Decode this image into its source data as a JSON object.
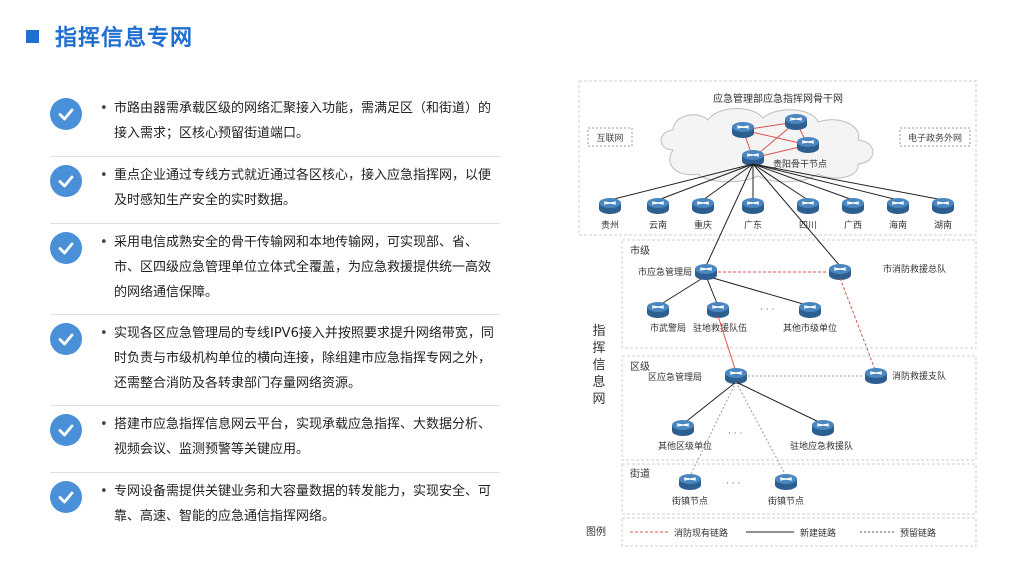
{
  "header": {
    "title": "指挥信息专网"
  },
  "bullets": [
    {
      "text": "市路由器需承载区级的网络汇聚接入功能，需满足区（和街道）的接入需求；区核心预留街道端口。"
    },
    {
      "text": "重点企业通过专线方式就近通过各区核心，接入应急指挥网，以便及时感知生产安全的实时数据。"
    },
    {
      "text": "采用电信成熟安全的骨干传输网和本地传输网，可实现部、省、市、区四级应急管理单位立体式全覆盖，为应急救援提供统一高效的网络通信保障。"
    },
    {
      "text": "实现各区应急管理局的专线IPV6接入并按照要求提升网络带宽，同时负责与市级机构单位的横向连接，除组建市应急指挥专网之外，还需整合消防及各转隶部门存量网络资源。"
    },
    {
      "text": "搭建市应急指挥信息网云平台，实现承载应急指挥、大数据分析、视频会议、监测预警等关键应用。"
    },
    {
      "text": "专网设备需提供关键业务和大容量数据的转发能力，实现安全、可靠、高速、智能的应急通信指挥网络。"
    }
  ],
  "diagram": {
    "backbone_title": "应急管理部应急指挥网骨干网",
    "internet": "互联网",
    "egov": "电子政务外网",
    "core_node": "贵阳骨干节点",
    "provinces": [
      "贵州",
      "云南",
      "重庆",
      "广东",
      "四川",
      "广西",
      "海南",
      "湖南"
    ],
    "side_label": "指挥信息网",
    "city": {
      "level": "市级",
      "emergency_bureau": "市应急管理局",
      "fire_team": "市消防救援总队",
      "police": "市武警局",
      "resident_team": "驻地救援队伍",
      "other_units": "其他市级单位"
    },
    "district": {
      "level": "区级",
      "emergency_bureau": "区应急管理局",
      "fire_team": "消防救援支队",
      "other_units": "其他区级单位",
      "resident_team": "驻地应急救援队"
    },
    "street": {
      "level": "街道",
      "node_a": "街镇节点",
      "node_b": "街镇节点"
    },
    "dots": "·  ·  ·",
    "legend": {
      "label": "图例",
      "existing": "消防现有链路",
      "new": "新建链路",
      "reserved": "预留链路"
    }
  }
}
